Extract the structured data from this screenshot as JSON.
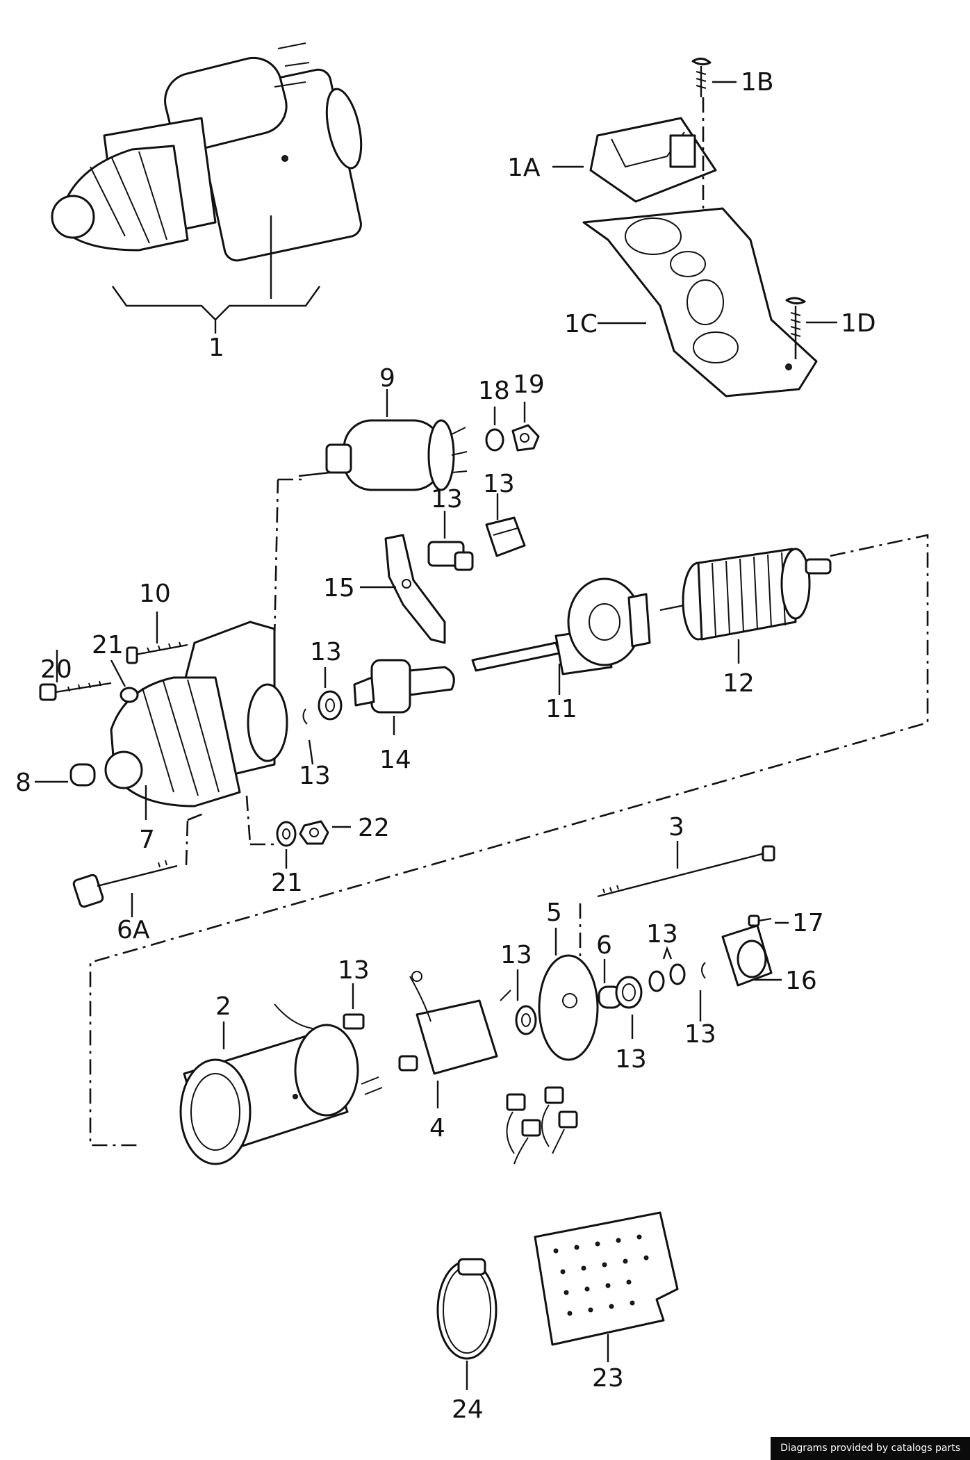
{
  "credit": "Diagrams provided by catalogs parts",
  "labels": {
    "l1": "1",
    "l1a": "1A",
    "l1b": "1B",
    "l1c": "1C",
    "l1d": "1D",
    "l2": "2",
    "l3": "3",
    "l4": "4",
    "l5": "5",
    "l6": "6",
    "l6a": "6A",
    "l7": "7",
    "l8": "8",
    "l9": "9",
    "l10": "10",
    "l11": "11",
    "l12": "12",
    "l13": "13",
    "l14": "14",
    "l15": "15",
    "l16": "16",
    "l17": "17",
    "l18": "18",
    "l19": "19",
    "l20": "20",
    "l21": "21",
    "l22": "22",
    "l23": "23",
    "l24": "24"
  }
}
